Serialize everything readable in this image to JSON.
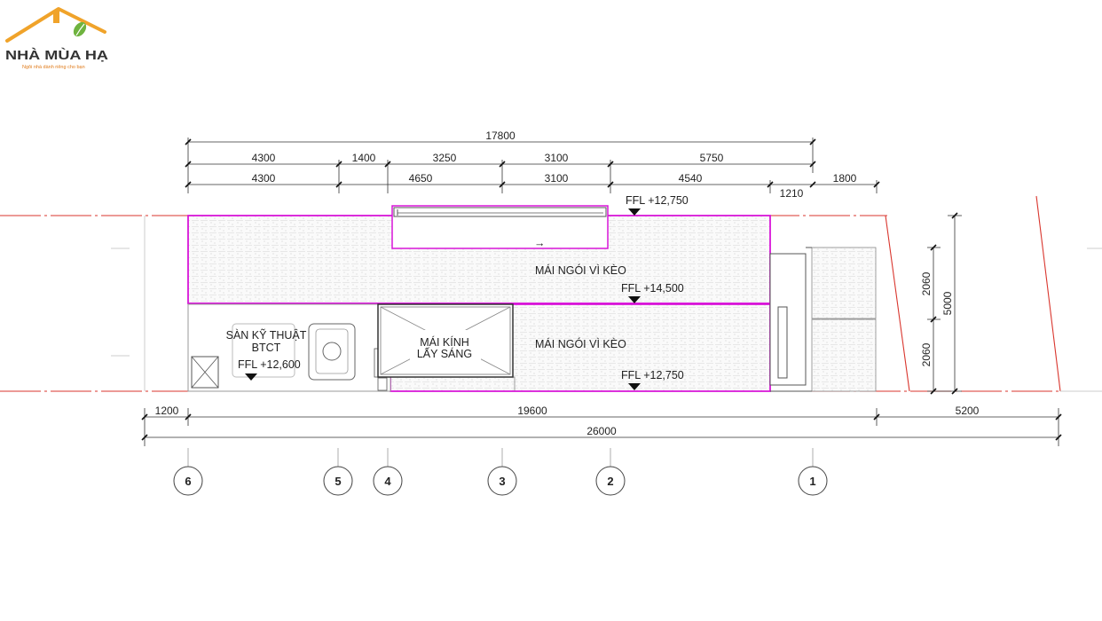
{
  "logo": {
    "brand": "NHÀ MÙA HẠ",
    "slogan": "Ngôi nhà dành riêng cho bạn",
    "colors": {
      "roof": "#f0a32a",
      "leaf": "#6fb33f",
      "text": "#333333"
    }
  },
  "colors": {
    "roof_outline": "#d815d8",
    "boundary": "#d9362e",
    "hatch": "#d4d4d4",
    "line": "#555555"
  },
  "dimensions": {
    "overall_top": "17800",
    "top_row1": [
      "4300",
      "1400",
      "3250",
      "3100",
      "5750"
    ],
    "top_row2": [
      "4300",
      "4650",
      "3100",
      "4540",
      "1210",
      "1800"
    ],
    "bottom_row1": [
      "1200",
      "19600",
      "5200"
    ],
    "bottom_overall": "26000",
    "right": [
      "2060",
      "2060",
      "5000"
    ]
  },
  "labels": {
    "ffl_top": "FFL +12,750",
    "roof_upper": "MÁI NGÓI VÌ KÈO",
    "ffl_ridge": "FFL +14,500",
    "roof_lower": "MÁI NGÓI VÌ KÈO",
    "ffl_bottom": "FFL +12,750",
    "skylight_line1": "MÁI KÍNH",
    "skylight_line2": "LẤY SÁNG",
    "tech_line1": "SÀN KỸ THUẬT",
    "tech_line2": "BTCT",
    "ffl_tech": "FFL +12,600",
    "arrow": "→"
  },
  "axes": [
    "6",
    "5",
    "4",
    "3",
    "2",
    "1"
  ]
}
